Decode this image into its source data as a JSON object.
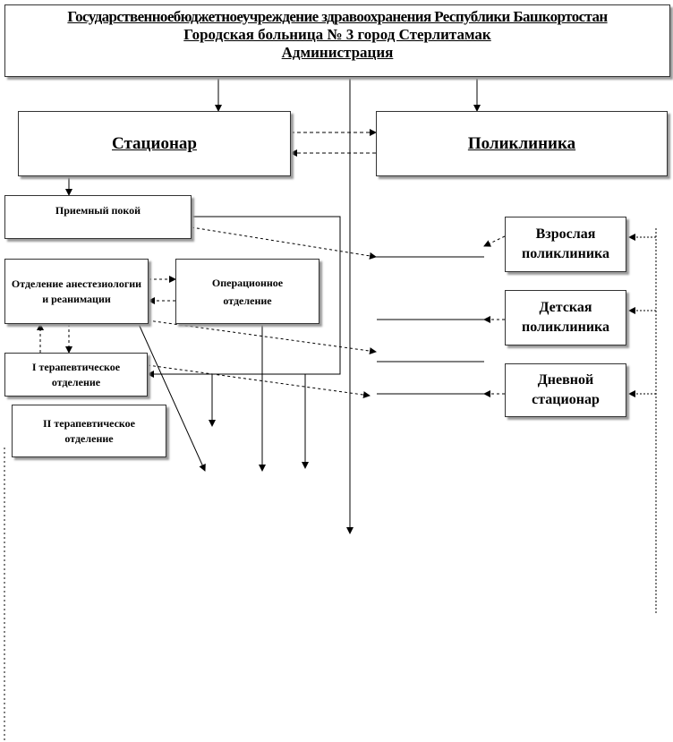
{
  "header": {
    "line1": "Государственноебюджетноеучреждение здравоохранения Республики Башкортостан",
    "line2": "Городская больница № 3 город Стерлитамак",
    "line3": "Администрация"
  },
  "stacionar": {
    "label": "Стационар"
  },
  "poliklinika": {
    "label": "Поликлиника"
  },
  "units": {
    "priemny": "Приемный покой",
    "anest": "Отделение анестезиологии и реанимации",
    "operac": "Операционное отделение",
    "ter1": "I терапевтическое отделение",
    "ter2": "II терапевтическое отделение",
    "vzrosl": "Взрослая поликлиника",
    "detsk": "Детская поликлиника",
    "dnev": "Дневной стационар"
  }
}
